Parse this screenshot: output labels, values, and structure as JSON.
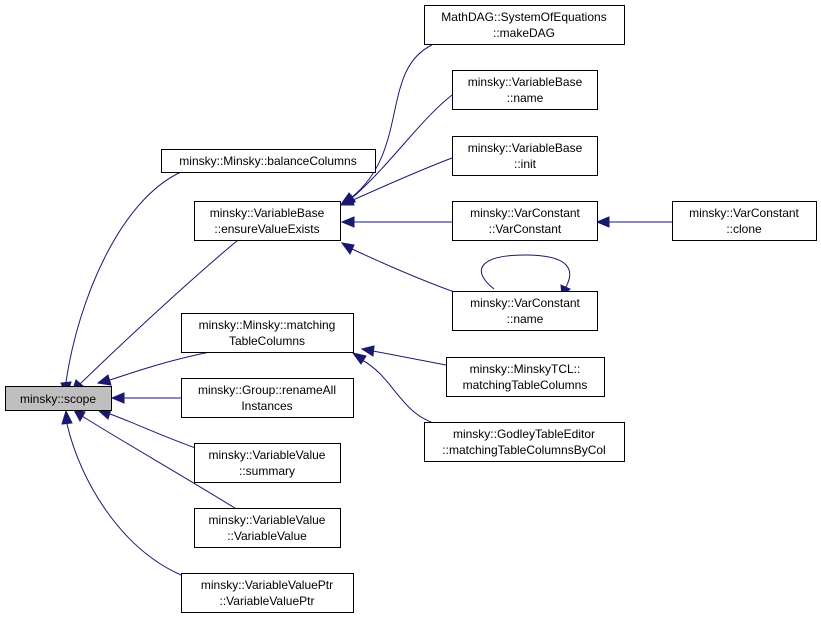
{
  "graph": {
    "nodes": {
      "scope": {
        "lines": [
          "minsky::scope"
        ]
      },
      "balanceColumns": {
        "lines": [
          "minsky::Minsky::balanceColumns"
        ]
      },
      "ensureValueExists": {
        "lines": [
          "minsky::VariableBase",
          "::ensureValueExists"
        ]
      },
      "matchingTableColumns": {
        "lines": [
          "minsky::Minsky::matching",
          "TableColumns"
        ]
      },
      "renameAllInstances": {
        "lines": [
          "minsky::Group::renameAll",
          "Instances"
        ]
      },
      "summary": {
        "lines": [
          "minsky::VariableValue",
          "::summary"
        ]
      },
      "variableValueCtor": {
        "lines": [
          "minsky::VariableValue",
          "::VariableValue"
        ]
      },
      "variableValuePtr": {
        "lines": [
          "minsky::VariableValuePtr",
          "::VariableValuePtr"
        ]
      },
      "makeDAG": {
        "lines": [
          "MathDAG::SystemOfEquations",
          "::makeDAG"
        ]
      },
      "variableBaseName": {
        "lines": [
          "minsky::VariableBase",
          "::name"
        ]
      },
      "variableBaseInit": {
        "lines": [
          "minsky::VariableBase",
          "::init"
        ]
      },
      "varConstantCtor": {
        "lines": [
          "minsky::VarConstant",
          "::VarConstant"
        ]
      },
      "varConstantName": {
        "lines": [
          "minsky::VarConstant",
          "::name"
        ]
      },
      "varConstantClone": {
        "lines": [
          "minsky::VarConstant",
          "::clone"
        ]
      },
      "minskyTclMatching": {
        "lines": [
          "minsky::MinskyTCL::",
          "matchingTableColumns"
        ]
      },
      "godleyMatching": {
        "lines": [
          "minsky::GodleyTableEditor",
          "::matchingTableColumnsByCol"
        ]
      }
    },
    "colors": {
      "edge": "#191970",
      "root_fill": "#bfbfbf",
      "node_fill": "#ffffff",
      "node_border": "#000000"
    }
  }
}
